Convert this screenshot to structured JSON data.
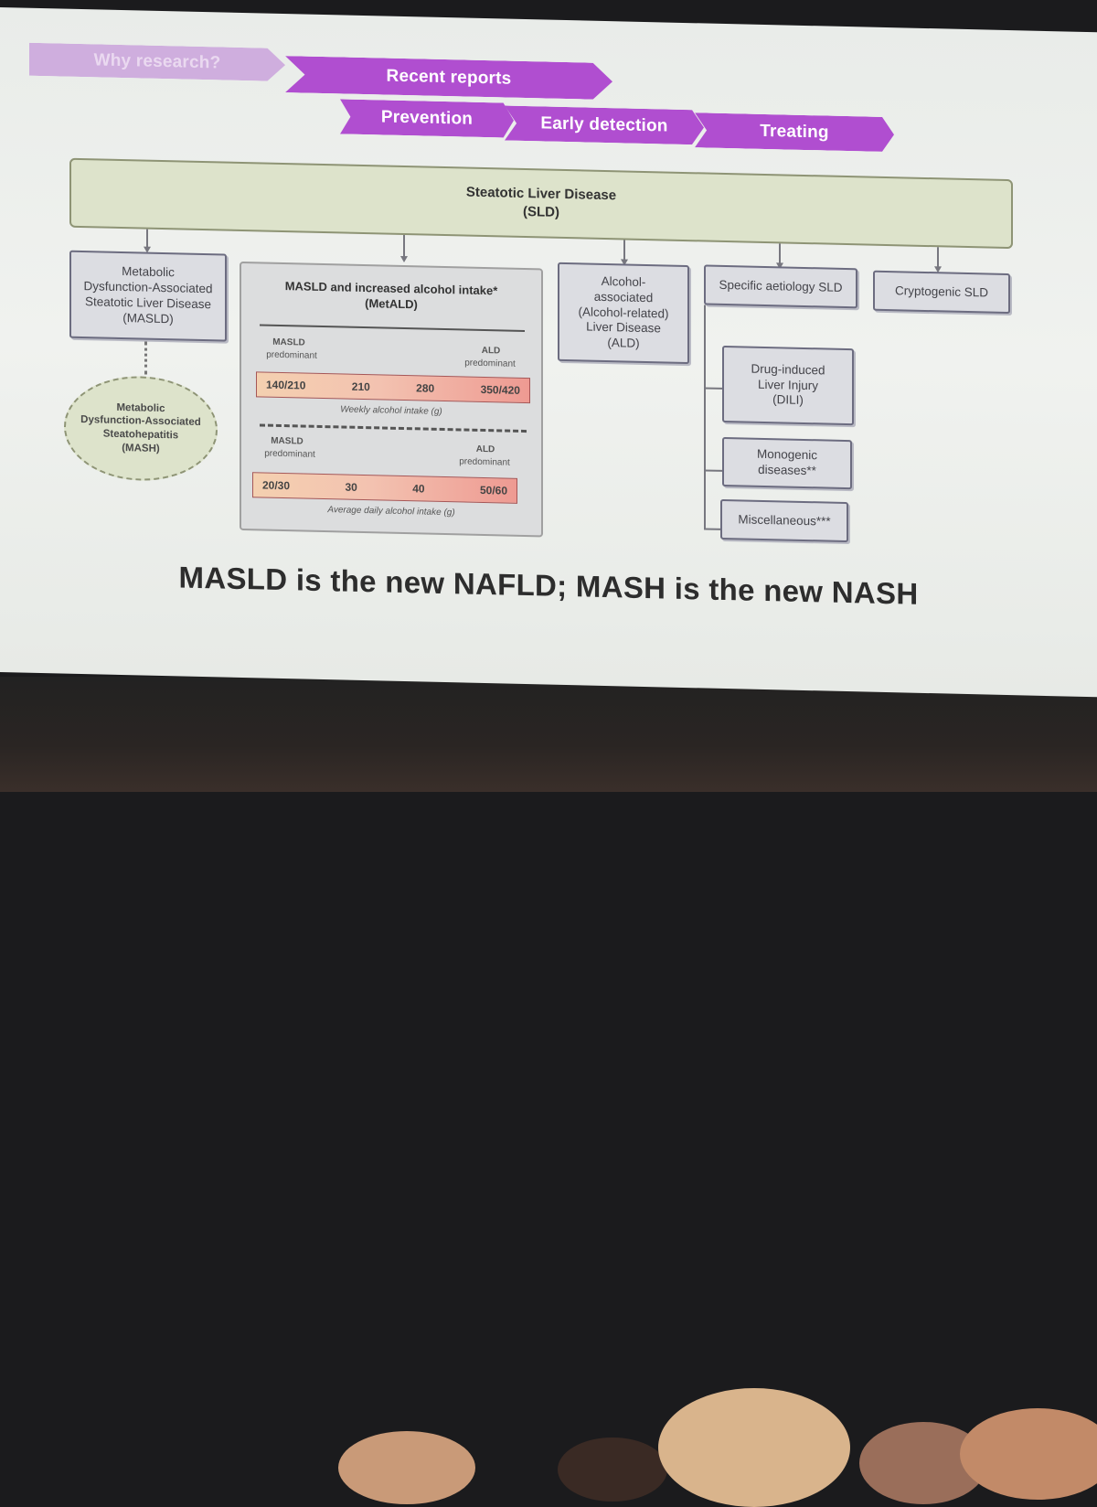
{
  "nav": {
    "step1": "Why research?",
    "step2": "Recent reports",
    "substeps": [
      "Prevention",
      "Early detection",
      "Treating"
    ]
  },
  "sld": {
    "title": "Steatotic Liver Disease",
    "abbr": "(SLD)"
  },
  "masld": "Metabolic\nDysfunction-Associated\nSteatotic Liver Disease\n(MASLD)",
  "mash": "Metabolic\nDysfunction-Associated\nSteatohepatitis\n(MASH)",
  "metald": {
    "title": "MASLD and increased alcohol intake*",
    "abbr": "(MetALD)",
    "left_label": "MASLD",
    "left_sub": "predominant",
    "right_label": "ALD",
    "right_sub": "predominant",
    "weekly": {
      "values": [
        "140/210",
        "210",
        "280",
        "350/420"
      ],
      "caption": "Weekly alcohol intake (g)"
    },
    "daily": {
      "values": [
        "20/30",
        "30",
        "40",
        "50/60"
      ],
      "caption": "Average daily alcohol intake (g)"
    }
  },
  "ald": "Alcohol-\nassociated\n(Alcohol-related)\nLiver Disease\n(ALD)",
  "specific": "Specific aetiology SLD",
  "cryptogenic": "Cryptogenic SLD",
  "dili": "Drug-induced\nLiver Injury\n(DILI)",
  "monogenic": "Monogenic\ndiseases**",
  "misc": "Miscellaneous***",
  "caption": "MASLD is the new NAFLD; MASH is the new NASH",
  "colors": {
    "accent": "#b04ed0",
    "sld_fill": "#dde3cb",
    "box_fill": "#dcdde2"
  }
}
